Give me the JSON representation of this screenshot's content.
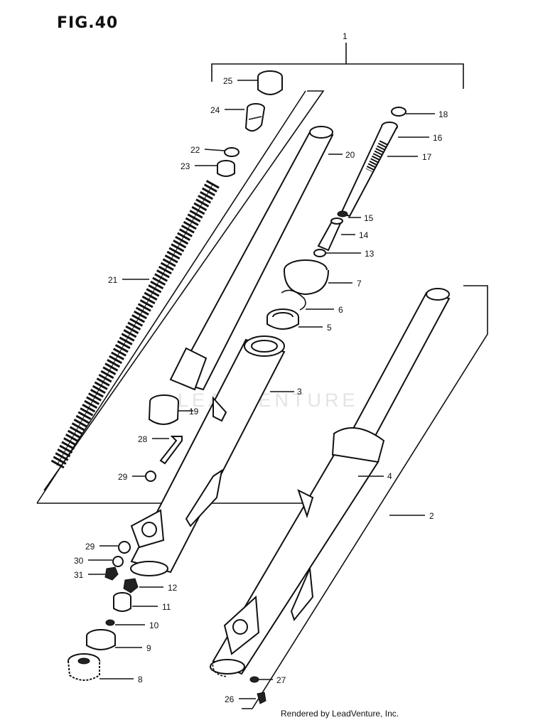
{
  "figure": {
    "title": "FIG.40",
    "watermark": "LEADVENTURE",
    "credit": "Rendered by LeadVenture, Inc."
  },
  "callouts": [
    {
      "id": "c1",
      "label": "1"
    },
    {
      "id": "c2",
      "label": "2"
    },
    {
      "id": "c3",
      "label": "3"
    },
    {
      "id": "c4",
      "label": "4"
    },
    {
      "id": "c5",
      "label": "5"
    },
    {
      "id": "c6",
      "label": "6"
    },
    {
      "id": "c7",
      "label": "7"
    },
    {
      "id": "c8",
      "label": "8"
    },
    {
      "id": "c9",
      "label": "9"
    },
    {
      "id": "c10",
      "label": "10"
    },
    {
      "id": "c11",
      "label": "11"
    },
    {
      "id": "c12",
      "label": "12"
    },
    {
      "id": "c13",
      "label": "13"
    },
    {
      "id": "c14",
      "label": "14"
    },
    {
      "id": "c15",
      "label": "15"
    },
    {
      "id": "c16",
      "label": "16"
    },
    {
      "id": "c17",
      "label": "17"
    },
    {
      "id": "c18",
      "label": "18"
    },
    {
      "id": "c19",
      "label": "19"
    },
    {
      "id": "c20",
      "label": "20"
    },
    {
      "id": "c21",
      "label": "21"
    },
    {
      "id": "c22",
      "label": "22"
    },
    {
      "id": "c23",
      "label": "23"
    },
    {
      "id": "c24",
      "label": "24"
    },
    {
      "id": "c25",
      "label": "25"
    },
    {
      "id": "c26",
      "label": "26"
    },
    {
      "id": "c27",
      "label": "27"
    },
    {
      "id": "c28",
      "label": "28"
    },
    {
      "id": "c29a",
      "label": "29"
    },
    {
      "id": "c29b",
      "label": "29"
    },
    {
      "id": "c30",
      "label": "30"
    },
    {
      "id": "c31",
      "label": "31"
    }
  ]
}
